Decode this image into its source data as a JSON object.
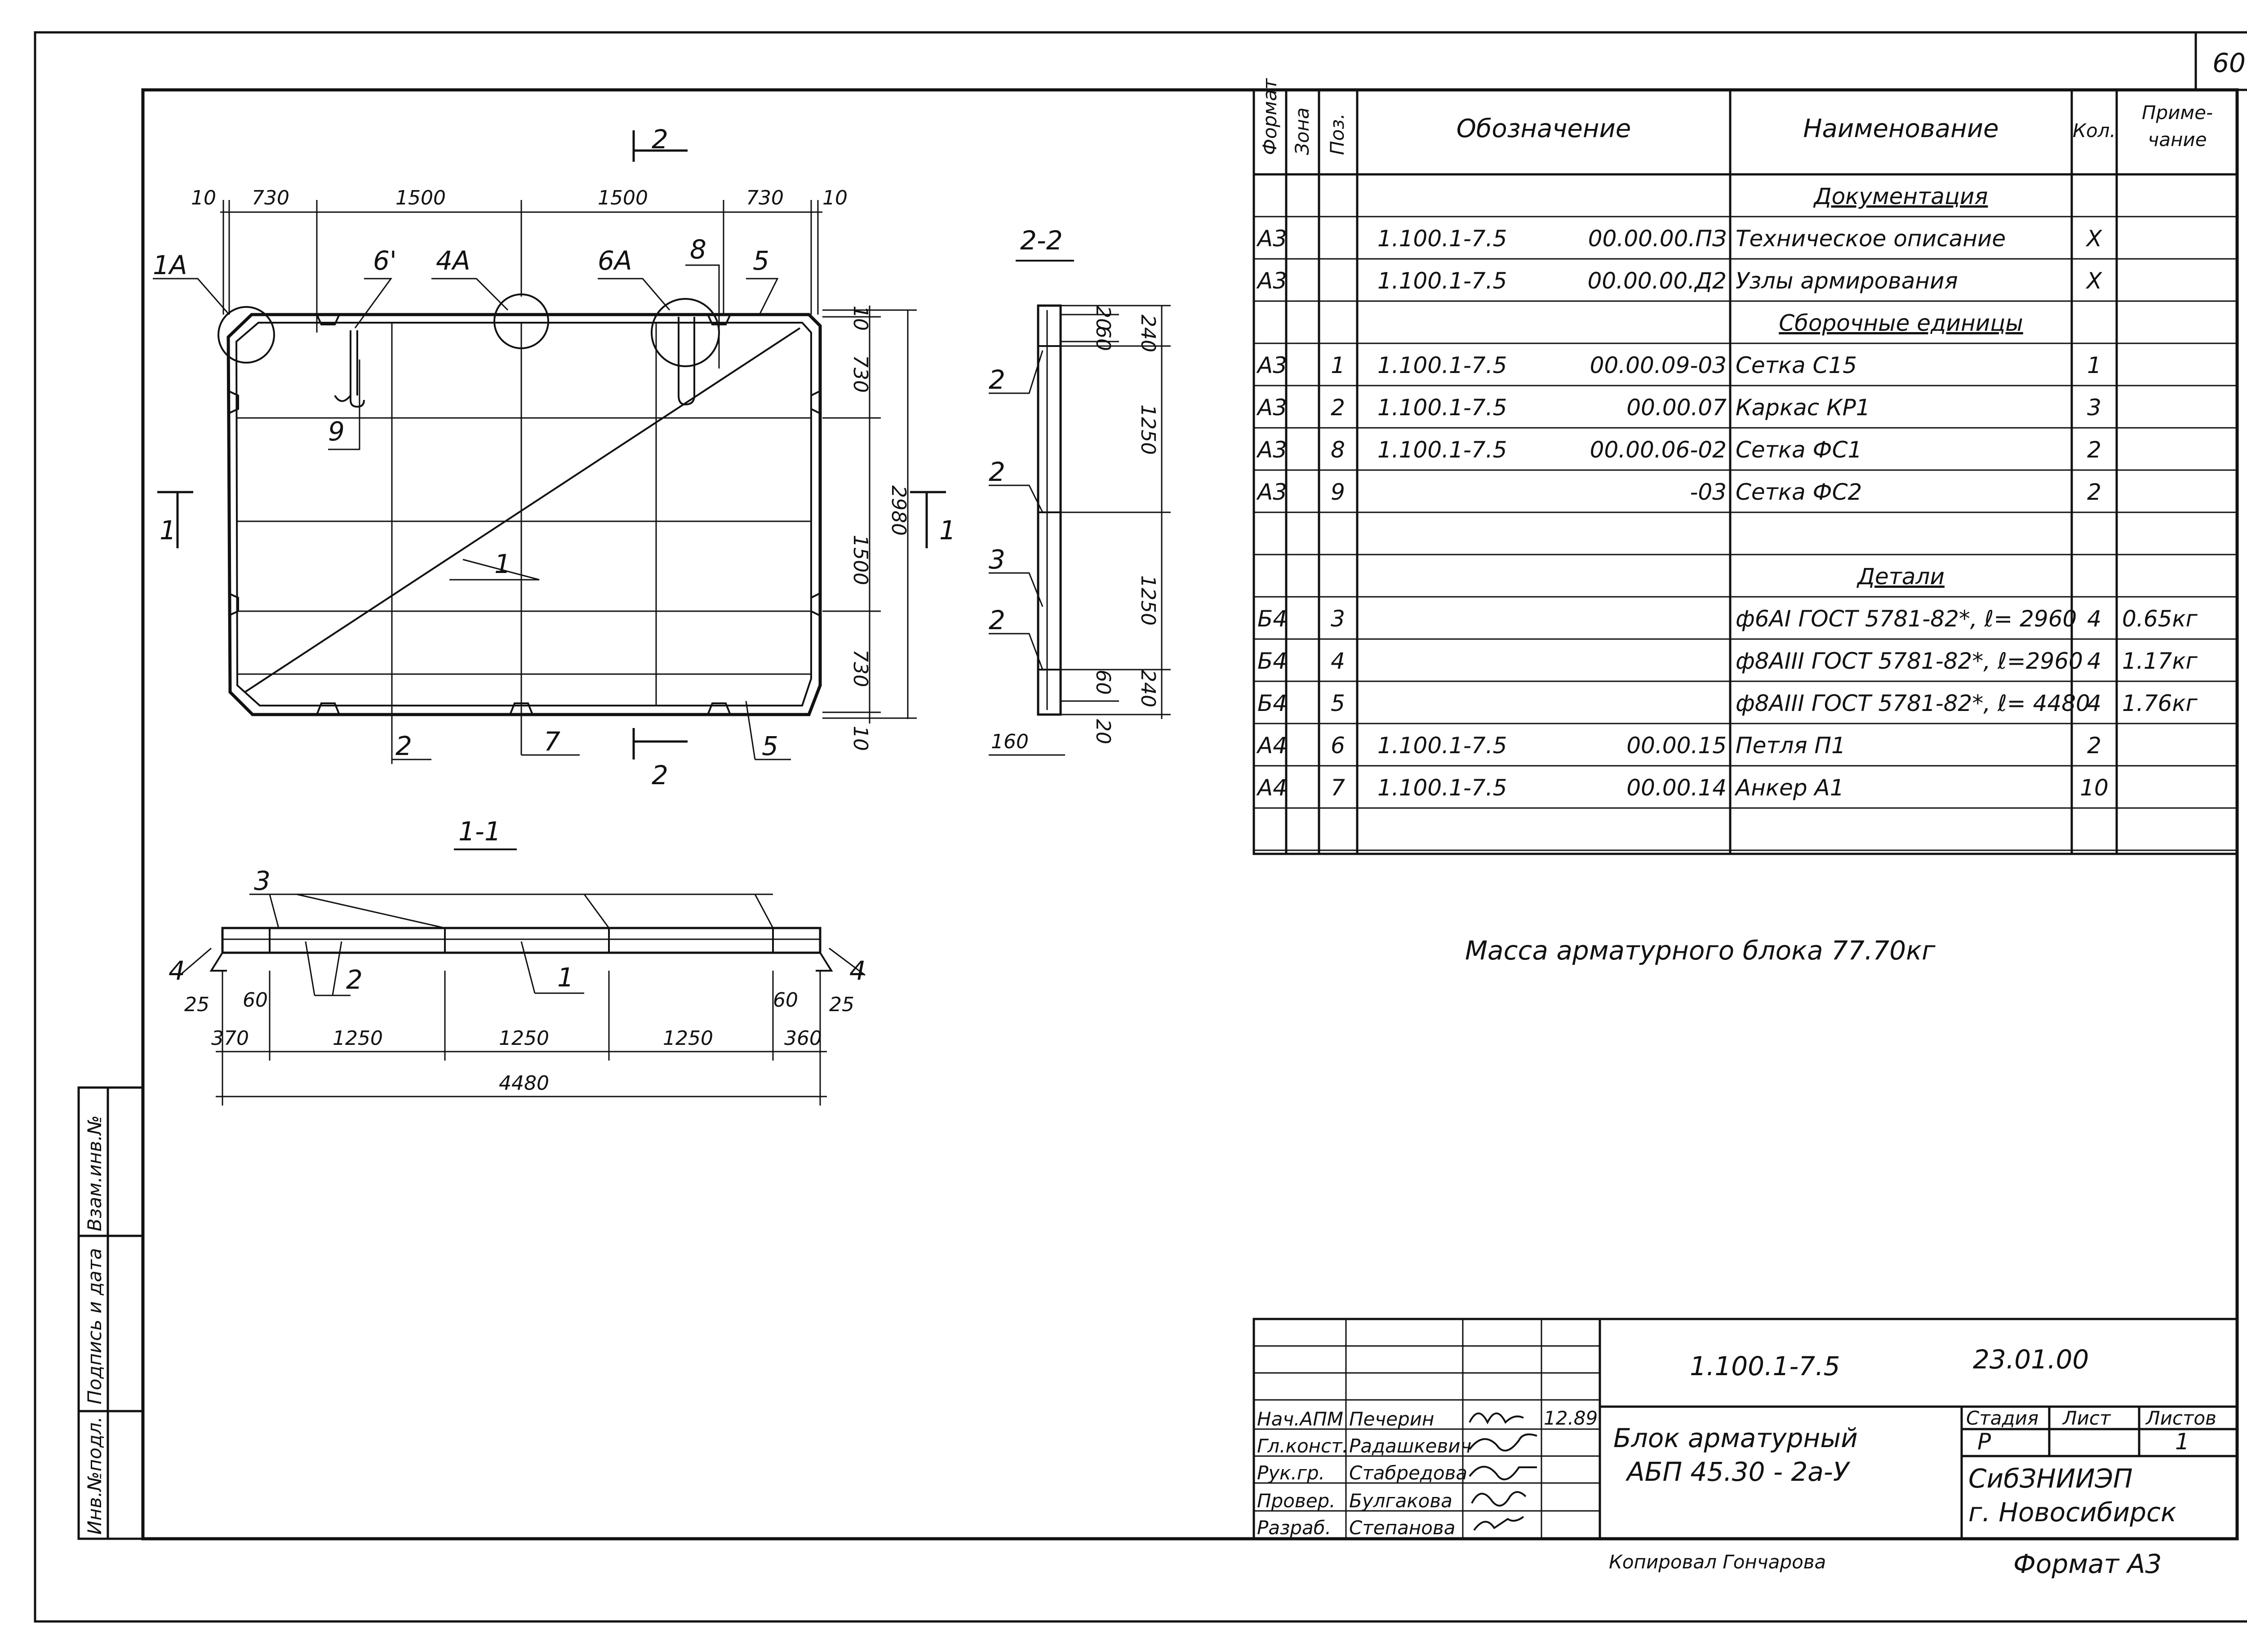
{
  "sheet_number": "60",
  "drawing": {
    "plan": {
      "section_mark": "2",
      "dims_top": [
        "10",
        "730",
        "1500",
        "1500",
        "730",
        "10"
      ],
      "dims_right": [
        "10",
        "730",
        "1500",
        "730",
        "10"
      ],
      "dim_total": "2980",
      "callouts": {
        "c1A": "1A",
        "c6p": "6'",
        "c4A": "4A",
        "c6A": "6A",
        "c8": "8",
        "c5t": "5",
        "c9": "9",
        "c1": "1",
        "c2": "2",
        "c7": "7",
        "c5b": "5"
      },
      "cut_left": "1",
      "cut_right": "1"
    },
    "section22": {
      "title": "2-2",
      "dims": [
        "20",
        "60",
        "240",
        "1250",
        "1250",
        "60",
        "240",
        "20"
      ],
      "left_dim": "160",
      "callouts": [
        "2",
        "2",
        "3",
        "2"
      ]
    },
    "section11": {
      "title": "1-1",
      "callouts": {
        "c3": "3",
        "c2": "2",
        "c1": "1",
        "c4l": "4",
        "c4r": "4"
      },
      "dims_small": [
        "25",
        "60",
        "60",
        "25"
      ],
      "dims": [
        "370",
        "1250",
        "1250",
        "1250",
        "360"
      ],
      "total": "4480"
    }
  },
  "spec": {
    "headers": {
      "format": "Формат",
      "zone": "Зона",
      "pos": "Поз.",
      "designation": "Обозначение",
      "name": "Наименование",
      "qty": "Кол.",
      "note1": "Приме-",
      "note2": "чание"
    },
    "rows": [
      {
        "fmt": "",
        "pos": "",
        "des1": "",
        "des2": "",
        "name": "Документация",
        "qty": "",
        "note": ""
      },
      {
        "fmt": "А3",
        "pos": "",
        "des1": "1.100.1-7.5",
        "des2": "00.00.00.ПЗ",
        "name": "Техническое описание",
        "qty": "Х",
        "note": ""
      },
      {
        "fmt": "А3",
        "pos": "",
        "des1": "1.100.1-7.5",
        "des2": "00.00.00.Д2",
        "name": "Узлы армирования",
        "qty": "Х",
        "note": ""
      },
      {
        "fmt": "",
        "pos": "",
        "des1": "",
        "des2": "",
        "name": "Сборочные единицы",
        "qty": "",
        "note": ""
      },
      {
        "fmt": "А3",
        "pos": "1",
        "des1": "1.100.1-7.5",
        "des2": "00.00.09-03",
        "name": "Сетка С15",
        "qty": "1",
        "note": ""
      },
      {
        "fmt": "А3",
        "pos": "2",
        "des1": "1.100.1-7.5",
        "des2": "00.00.07",
        "name": "Каркас КР1",
        "qty": "3",
        "note": ""
      },
      {
        "fmt": "А3",
        "pos": "8",
        "des1": "1.100.1-7.5",
        "des2": "00.00.06-02",
        "name": "Сетка ФС1",
        "qty": "2",
        "note": ""
      },
      {
        "fmt": "А3",
        "pos": "9",
        "des1": "",
        "des2": "-03",
        "name": "Сетка ФС2",
        "qty": "2",
        "note": ""
      },
      {
        "fmt": "",
        "pos": "",
        "des1": "",
        "des2": "",
        "name": "",
        "qty": "",
        "note": ""
      },
      {
        "fmt": "",
        "pos": "",
        "des1": "",
        "des2": "",
        "name": "Детали",
        "qty": "",
        "note": ""
      },
      {
        "fmt": "Б4",
        "pos": "3",
        "des1": "",
        "des2": "",
        "name": "ф6АI ГОСТ 5781-82*, ℓ= 2960",
        "qty": "4",
        "note": "0.65кг"
      },
      {
        "fmt": "Б4",
        "pos": "4",
        "des1": "",
        "des2": "",
        "name": "ф8АIII ГОСТ 5781-82*, ℓ=2960",
        "qty": "4",
        "note": "1.17кг"
      },
      {
        "fmt": "Б4",
        "pos": "5",
        "des1": "",
        "des2": "",
        "name": "ф8АIII ГОСТ 5781-82*, ℓ= 4480",
        "qty": "4",
        "note": "1.76кг"
      },
      {
        "fmt": "А4",
        "pos": "6",
        "des1": "1.100.1-7.5",
        "des2": "00.00.15",
        "name": "Петля П1",
        "qty": "2",
        "note": ""
      },
      {
        "fmt": "А4",
        "pos": "7",
        "des1": "1.100.1-7.5",
        "des2": "00.00.14",
        "name": "Анкер А1",
        "qty": "10",
        "note": ""
      },
      {
        "fmt": "",
        "pos": "",
        "des1": "",
        "des2": "",
        "name": "",
        "qty": "",
        "note": ""
      }
    ]
  },
  "mass_note": "Масса арматурного блока 77.70кг",
  "side_stamp": {
    "inv": "Инв.№подл.",
    "sign": "Подпись и дата",
    "swap": "Взам.инв.№"
  },
  "title_block": {
    "doc_code": "1.100.1-7.5",
    "doc_num": "23.01.00",
    "title1": "Блок арматурный",
    "title2": "АБП 45.30 - 2а-У",
    "stage_label": "Стадия",
    "sheet_label": "Лист",
    "sheets_label": "Листов",
    "stage": "Р",
    "sheet": "",
    "sheets": "1",
    "org1": "СибЗНИИЭП",
    "org2": "г. Новосибирск",
    "date": "12.89",
    "roles": [
      {
        "role": "Нач.АПМ",
        "name": "Печерин"
      },
      {
        "role": "Гл.конст.",
        "name": "Радашкевич"
      },
      {
        "role": "Рук.гр.",
        "name": "Стабредова"
      },
      {
        "role": "Провер.",
        "name": "Булгакова"
      },
      {
        "role": "Разраб.",
        "name": "Степанова"
      }
    ],
    "copied": "Копировал Гончарова",
    "format": "Формат А3"
  }
}
